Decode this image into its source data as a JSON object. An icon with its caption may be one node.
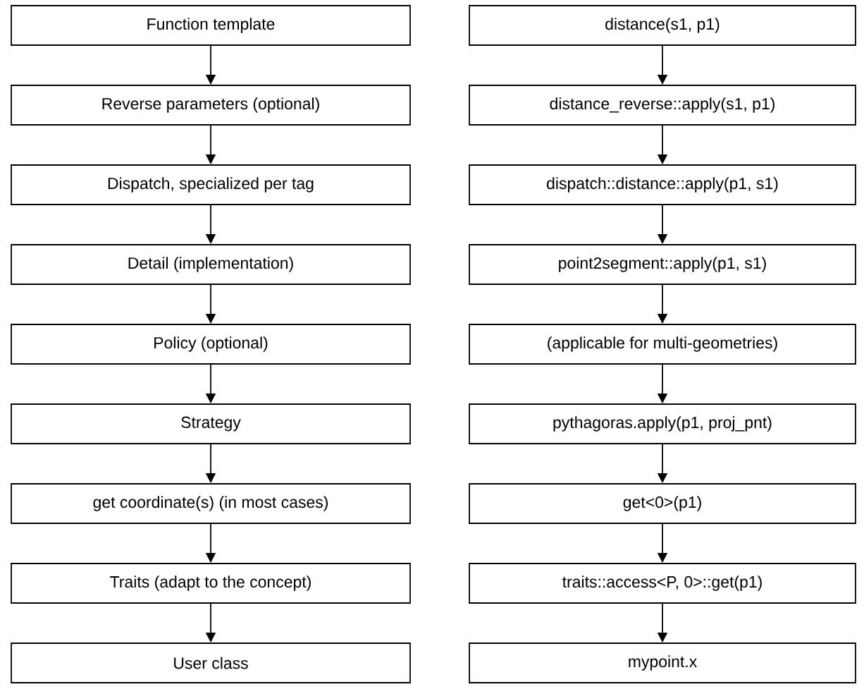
{
  "diagram": {
    "nodes": [
      {
        "text": [
          "Function template"
        ]
      },
      {
        "text": [
          "Reverse parameters (optional)"
        ]
      },
      {
        "text": [
          "Dispatch, specialized per tag"
        ]
      },
      {
        "text": [
          "Detail (implementation)"
        ]
      },
      {
        "text": [
          "Policy (optional)"
        ]
      },
      {
        "text": [
          "Strategy"
        ]
      },
      {
        "text": [
          "get coordinate(s) (in most cases)"
        ]
      },
      {
        "text": [
          "Traits (adapt to the concept)"
        ]
      },
      {
        "text": [
          "User class"
        ]
      },
      {
        "text": [
          "distance(s1, p1)"
        ]
      },
      {
        "text": [
          "distance_reverse::apply(s1, p1)"
        ]
      },
      {
        "text": [
          "dispatch::distance::apply(p1, s1)"
        ]
      },
      {
        "text": [
          "point2segment::apply(p1, s1)"
        ]
      },
      {
        "text": [
          "(applicable for multi-geometries)"
        ]
      },
      {
        "text": [
          "pythagoras.apply(p1, proj_pnt)"
        ]
      },
      {
        "text": [
          "get<0>(p1)"
        ]
      },
      {
        "text": [
          "traits::access<P, 0>::get(p1)"
        ]
      },
      {
        "text": [
          "mypoint.x"
        ]
      }
    ],
    "edges": [
      {
        "from": 0,
        "to": 1,
        "arrow": "to"
      },
      {
        "from": 1,
        "to": 2,
        "arrow": "to"
      },
      {
        "from": 2,
        "to": 3,
        "arrow": "to"
      },
      {
        "from": 3,
        "to": 4,
        "arrow": "to"
      },
      {
        "from": 4,
        "to": 5,
        "arrow": "to"
      },
      {
        "from": 5,
        "to": 6,
        "arrow": "to"
      },
      {
        "from": 6,
        "to": 7,
        "arrow": "to"
      },
      {
        "from": 7,
        "to": 8,
        "arrow": "to"
      },
      {
        "from": 9,
        "to": 10,
        "arrow": "to"
      },
      {
        "from": 10,
        "to": 11,
        "arrow": "to"
      },
      {
        "from": 11,
        "to": 12,
        "arrow": "to"
      },
      {
        "from": 12,
        "to": 13,
        "arrow": "to"
      },
      {
        "from": 13,
        "to": 14,
        "arrow": "to"
      },
      {
        "from": 14,
        "to": 15,
        "arrow": "to"
      },
      {
        "from": 15,
        "to": 16,
        "arrow": "to"
      },
      {
        "from": 16,
        "to": 17,
        "arrow": "to"
      }
    ]
  }
}
